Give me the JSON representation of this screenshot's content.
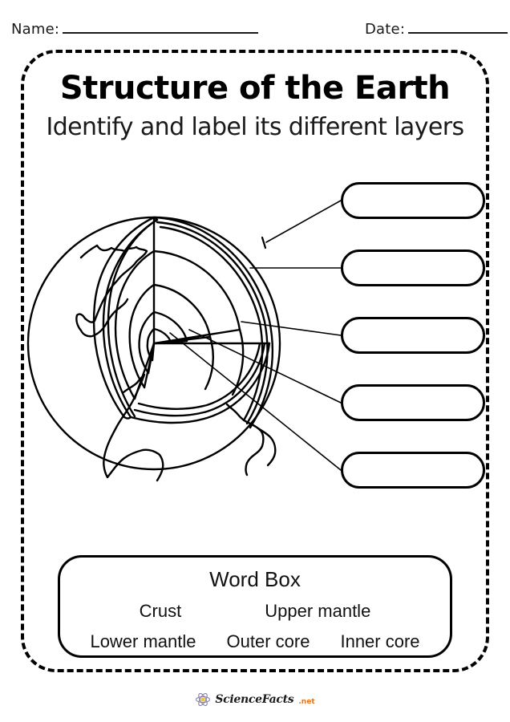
{
  "header": {
    "name_label": "Name:",
    "date_label": "Date:"
  },
  "title": "Structure of the Earth",
  "subtitle": "Identify and label its different layers",
  "answer_boxes": [
    {
      "id": "answer-box-1",
      "value": ""
    },
    {
      "id": "answer-box-2",
      "value": ""
    },
    {
      "id": "answer-box-3",
      "value": ""
    },
    {
      "id": "answer-box-4",
      "value": ""
    },
    {
      "id": "answer-box-5",
      "value": ""
    }
  ],
  "word_box": {
    "title": "Word Box",
    "row1": [
      "Crust",
      "Upper mantle"
    ],
    "row2": [
      "Lower mantle",
      "Outer core",
      "Inner core"
    ]
  },
  "diagram": {
    "name": "earth-cutaway-diagram",
    "description": "Cutaway sphere of the Earth with continents outlined and a wedge removed revealing five concentric interior layers, each joined by a leader line to an empty answer box.",
    "layers": [
      "Crust",
      "Upper mantle",
      "Lower mantle",
      "Outer core",
      "Inner core"
    ]
  },
  "footer": {
    "logo_icon": "atom-icon",
    "wordmark": "ScienceFacts",
    "tld": ".net"
  },
  "colors": {
    "ink": "#000000",
    "text": "#1a1a1a",
    "paper": "#ffffff",
    "logo_accent": "#e8731c",
    "logo_nucleus": "#f2c230",
    "logo_orbit": "#8b84a8"
  }
}
